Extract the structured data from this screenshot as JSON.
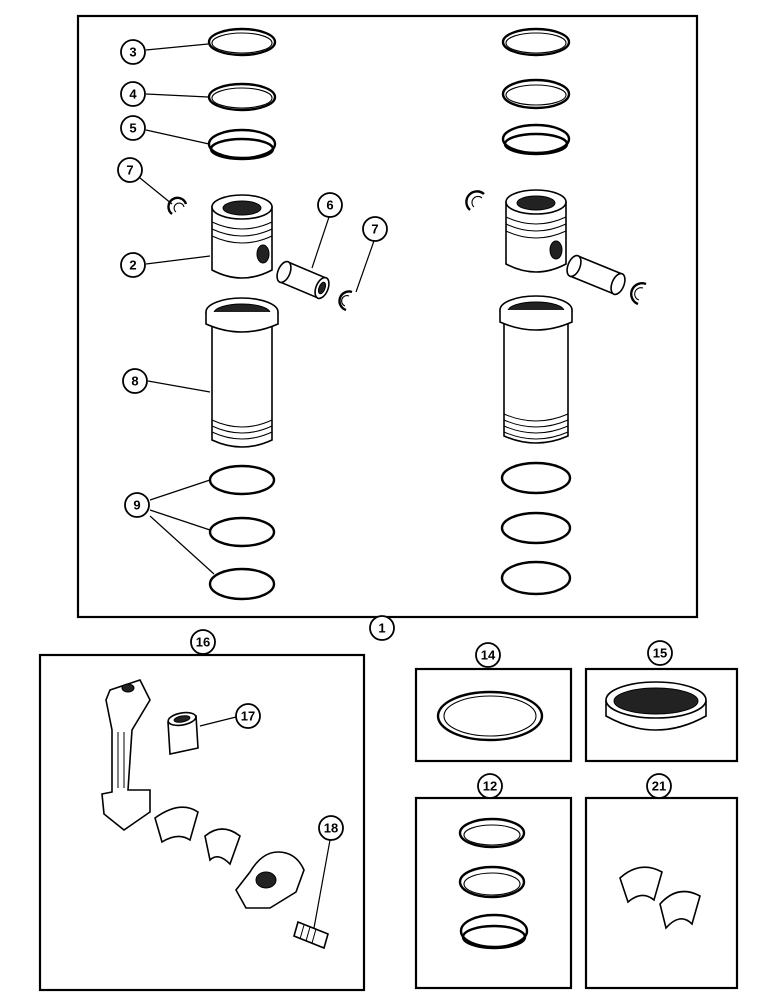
{
  "callouts": {
    "c1": "1",
    "c2": "2",
    "c3": "3",
    "c4": "4",
    "c5": "5",
    "c6": "6",
    "c7a": "7",
    "c7b": "7",
    "c8": "8",
    "c9": "9",
    "c12": "12",
    "c14": "14",
    "c15": "15",
    "c16": "16",
    "c17": "17",
    "c18": "18",
    "c21": "21"
  },
  "icons": {
    "piston_ring": "piston-ring-icon",
    "piston": "piston-icon",
    "piston_pin": "piston-pin-icon",
    "snap_ring": "snap-ring-icon",
    "cylinder_sleeve": "cylinder-sleeve-icon",
    "o_ring": "o-ring-icon",
    "connecting_rod": "connecting-rod-icon",
    "bushing": "bushing-icon",
    "bearing_half": "bearing-half-icon",
    "rod_cap": "rod-cap-icon",
    "bolt": "bolt-icon",
    "sleeve_ring": "sleeve-ring-icon"
  },
  "colors": {
    "line": "#000000",
    "background": "#ffffff"
  }
}
